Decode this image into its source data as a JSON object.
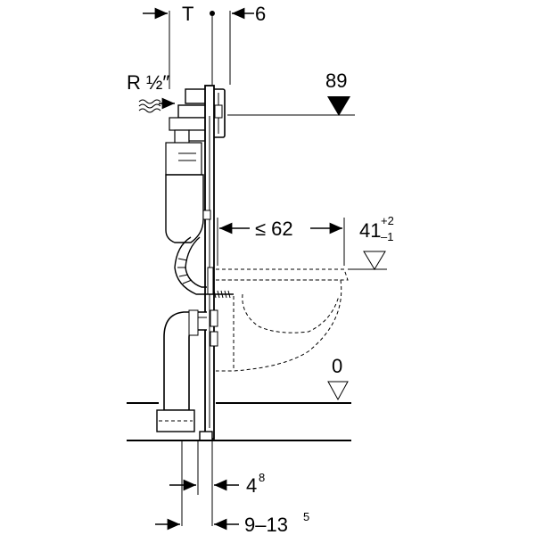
{
  "labels": {
    "depth": "T",
    "offset_top": "6",
    "connection": "R ½″",
    "flush_height": "89",
    "bowl_projection": "≤ 62",
    "bowl_height_main": "41",
    "bowl_tol_plus": "+2",
    "bowl_tol_minus": "–1",
    "floor_level": "0",
    "frame_depth_main": "4",
    "frame_depth_sup": "8",
    "wall_gap_main": "9–13",
    "wall_gap_sup": "5"
  }
}
